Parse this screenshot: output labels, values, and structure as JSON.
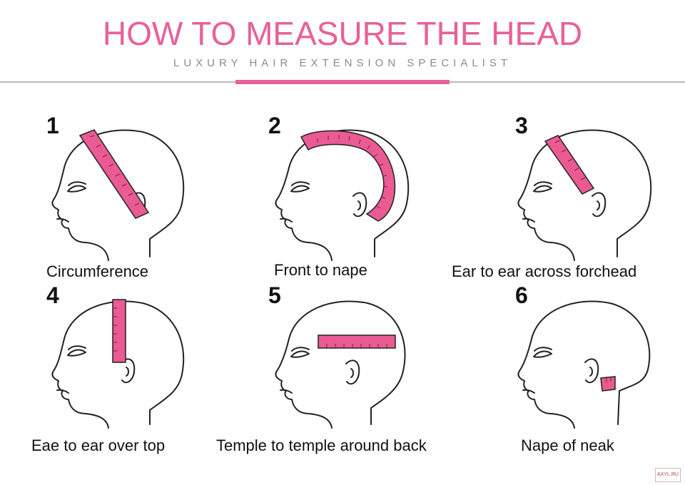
{
  "header": {
    "title": "HOW TO MEASURE THE HEAD",
    "subtitle": "LUXURY HAIR EXTENSION SPECIALIST"
  },
  "colors": {
    "accent": "#e8609a",
    "tape": "#ea5a93",
    "line": "#222222",
    "rule": "#b8b8b8"
  },
  "panels": [
    {
      "number": "1",
      "label": "Circumference"
    },
    {
      "number": "2",
      "label": "Front to nape"
    },
    {
      "number": "3",
      "label": "Ear to ear across forchead"
    },
    {
      "number": "4",
      "label": "Eae to ear over top"
    },
    {
      "number": "5",
      "label": "Temple to temple around back"
    },
    {
      "number": "6",
      "label": "Nape of neak"
    }
  ],
  "watermark": "AXYL.RU"
}
